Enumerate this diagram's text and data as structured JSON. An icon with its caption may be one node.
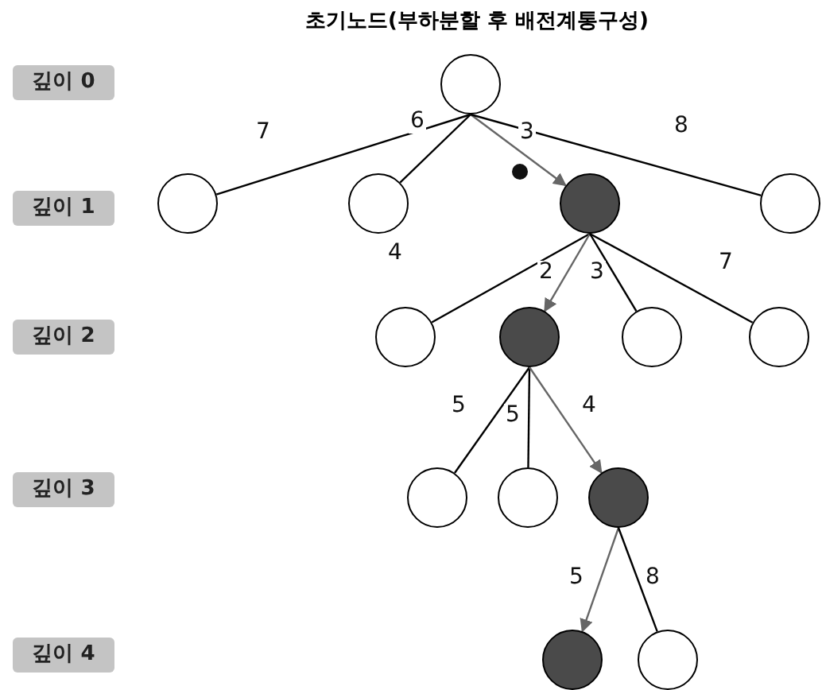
{
  "diagram": {
    "title": "초기노드(부하분할 후 배전계통구성)",
    "nodes": [
      {
        "text": [
          "깊이 0"
        ]
      },
      {
        "text": [
          "깊이 1"
        ]
      },
      {
        "text": [
          "깊이 2"
        ]
      },
      {
        "text": [
          "깊이 3"
        ]
      },
      {
        "text": [
          "깊이 4"
        ]
      },
      {
        "text": [],
        "shape": "circle"
      },
      {
        "text": [],
        "shape": "circle"
      },
      {
        "text": [],
        "shape": "circle"
      },
      {
        "text": [],
        "shape": "disc"
      },
      {
        "text": [],
        "shape": "circle"
      },
      {
        "text": [],
        "shape": "circle"
      },
      {
        "text": [],
        "shape": "disc"
      },
      {
        "text": [],
        "shape": "circle"
      },
      {
        "text": [],
        "shape": "circle"
      },
      {
        "text": [],
        "shape": "circle"
      },
      {
        "text": [],
        "shape": "circle"
      },
      {
        "text": [],
        "shape": "disc"
      },
      {
        "text": [],
        "shape": "disc"
      },
      {
        "text": [],
        "shape": "circle"
      }
    ],
    "edges": [
      {
        "from": 5,
        "to": 6,
        "arrow": "none",
        "label": "7"
      },
      {
        "from": 5,
        "to": 7,
        "arrow": "none",
        "label": "6"
      },
      {
        "from": 5,
        "to": 8,
        "arrow": "to",
        "label": "3",
        "color": "#666666"
      },
      {
        "from": 5,
        "to": 9,
        "arrow": "none",
        "label": "8"
      },
      {
        "from": 8,
        "to": 10,
        "arrow": "none",
        "label": "4"
      },
      {
        "from": 8,
        "to": 11,
        "arrow": "to",
        "label": "2",
        "color": "#666666"
      },
      {
        "from": 8,
        "to": 12,
        "arrow": "none",
        "label": "3"
      },
      {
        "from": 8,
        "to": 13,
        "arrow": "none",
        "label": "7"
      },
      {
        "from": 11,
        "to": 14,
        "arrow": "none",
        "label": "5"
      },
      {
        "from": 11,
        "to": 15,
        "arrow": "none",
        "label": "5"
      },
      {
        "from": 11,
        "to": 16,
        "arrow": "to",
        "label": "4",
        "color": "#666666"
      },
      {
        "from": 16,
        "to": 17,
        "arrow": "to",
        "label": "5",
        "color": "#666666"
      },
      {
        "from": 16,
        "to": 18,
        "arrow": "none",
        "label": "8"
      }
    ]
  }
}
